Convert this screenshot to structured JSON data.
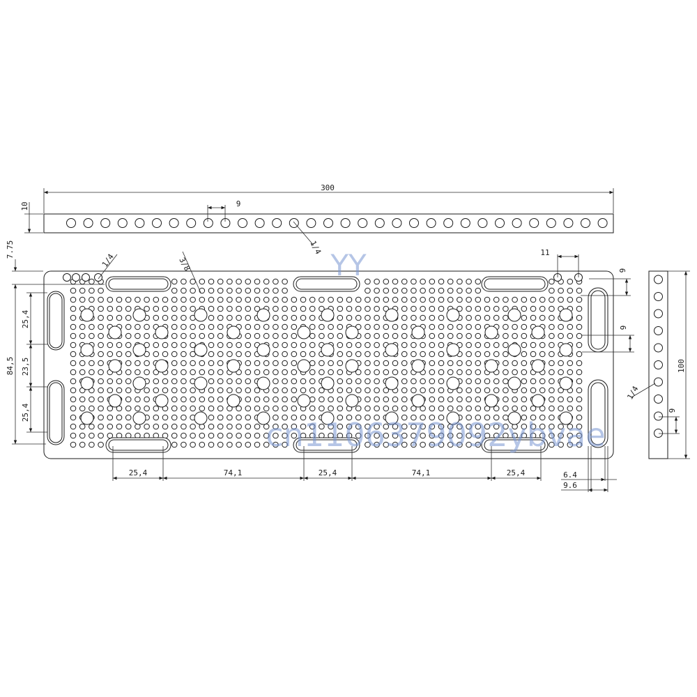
{
  "colors": {
    "line": "#1a1a1a",
    "watermark": "#7896d2"
  },
  "dimensions": {
    "overall_length": "300",
    "strip_thickness": "10",
    "strip_hole_pitch": "9",
    "strip_hole_size": "1/4",
    "edge_offset": "7.75",
    "large_hole_size": "3/8",
    "small_hole_size": "1/4",
    "corner_pitch": "11",
    "right_hole_pitch": "9",
    "right_slot_pitch": "9",
    "left_slot_height_top": "25,4",
    "left_slot_gap": "23,5",
    "left_slot_height_bottom": "25,4",
    "plate_height_inner": "84,5",
    "bottom_slot_1": "25,4",
    "bottom_gap_1": "74,1",
    "bottom_slot_2": "25,4",
    "bottom_gap_2": "74,1",
    "bottom_slot_3": "25,4",
    "slot_width": "6.4",
    "slot_outer": "9.6",
    "side_height": "100",
    "side_hole_size": "1/4",
    "side_hole_pitch": "9"
  },
  "watermark": {
    "top": "YY",
    "bottom": "cn1106379092ybvae"
  }
}
